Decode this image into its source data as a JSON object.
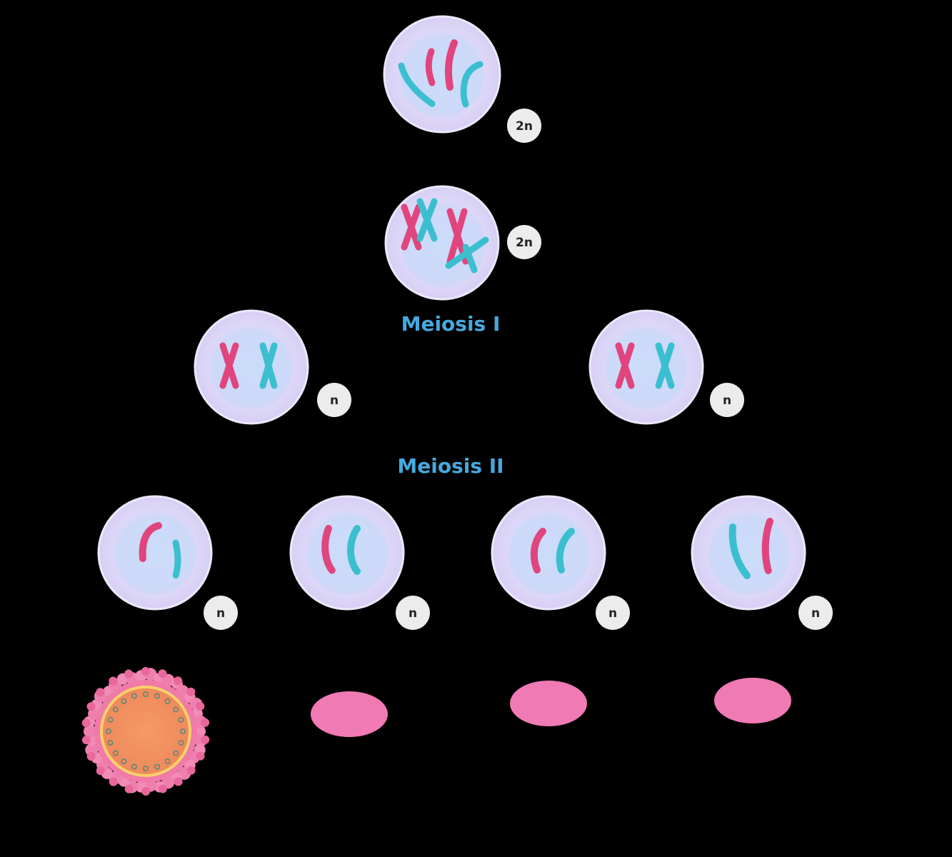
{
  "stages": {
    "meiosis_1": "Meiosis I",
    "meiosis_2": "Meiosis II"
  },
  "ploidy": {
    "parent_cell": "2n",
    "replicated_cell": "2n",
    "meiosis_1_daughters": [
      "n",
      "n"
    ],
    "meiosis_2_daughters": [
      "n",
      "n",
      "n",
      "n"
    ]
  },
  "products": {
    "egg_count": 1,
    "polar_body_count": 3
  },
  "colors": {
    "background": "#000000",
    "cell_membrane": "#d8d3f5",
    "nucleus": "#c5d8f7",
    "chromosome_maternal": "#e0457e",
    "chromosome_paternal": "#3bbfd0",
    "stage_label": "#45a9de",
    "ploidy_badge": "#ececec",
    "polar_body": "#f07ab4",
    "egg_cytoplasm": "#f5a06a",
    "egg_zona": "#ef7fae"
  }
}
